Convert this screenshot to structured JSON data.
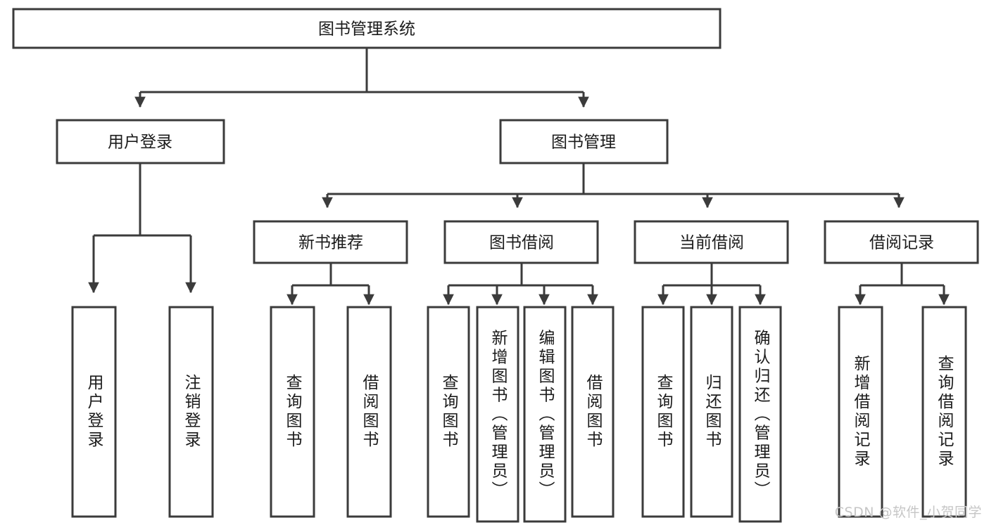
{
  "diagram": {
    "type": "tree-hierarchy-chart",
    "title": "图书管理系统",
    "background_color": "#ffffff",
    "border_color": "#3b3b3b",
    "text_color": "#1b1b1b",
    "levels": {
      "root": {
        "label": "图书管理系统"
      },
      "level2": [
        {
          "label": "用户登录"
        },
        {
          "label": "图书管理"
        }
      ],
      "level3": [
        {
          "label": "新书推荐"
        },
        {
          "label": "图书借阅"
        },
        {
          "label": "当前借阅"
        },
        {
          "label": "借阅记录"
        }
      ],
      "leaves": {
        "user_login": [
          {
            "label": "用户登录"
          },
          {
            "label": "注销登录"
          }
        ],
        "new_book_recommend": [
          {
            "label": "查询图书"
          },
          {
            "label": "借阅图书"
          }
        ],
        "book_borrow": [
          {
            "label": "查询图书"
          },
          {
            "label": "新增图书（管理员）"
          },
          {
            "label": "编辑图书（管理员）"
          },
          {
            "label": "借阅图书"
          }
        ],
        "current_borrow": [
          {
            "label": "查询图书"
          },
          {
            "label": "归还图书"
          },
          {
            "label": "确认归还（管理员）"
          }
        ],
        "borrow_record": [
          {
            "label": "新增借阅记录"
          },
          {
            "label": "查询借阅记录"
          }
        ]
      }
    }
  },
  "watermark": {
    "text": "CSDN @软件_小贺同学"
  }
}
